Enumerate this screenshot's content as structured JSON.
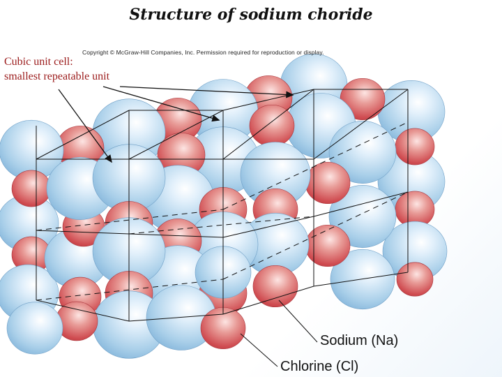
{
  "slide": {
    "title": "Structure of sodium choride",
    "callout": {
      "line1": "Cubic unit cell:",
      "line2": "smallest repeatable unit"
    }
  },
  "figure": {
    "copyright": "Copyright © McGraw-Hill Companies, Inc. Permission required for reproduction or display.",
    "legend": {
      "sodium": "Sodium (Na)",
      "chlorine": "Chlorine (Cl)"
    },
    "colors": {
      "sodium": "#c8484d",
      "chlorine": "#9cc6e6",
      "callout_text": "#9b1b1b",
      "lines": "#111111"
    }
  }
}
